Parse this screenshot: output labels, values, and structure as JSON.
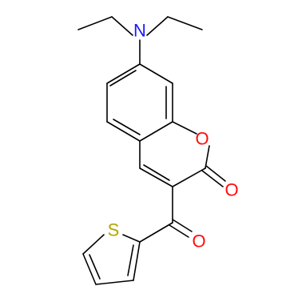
{
  "structure": {
    "atoms": {
      "nitrogen": {
        "symbol": "N",
        "color": "#1a1aff"
      },
      "ring_oxygen": {
        "symbol": "O",
        "color": "#ff0d0d"
      },
      "lactone_carbonyl_oxygen": {
        "symbol": "O",
        "color": "#ff0d0d"
      },
      "ketone_oxygen": {
        "symbol": "O",
        "color": "#ff0d0d"
      },
      "sulfur": {
        "symbol": "S",
        "color": "#b3a600"
      }
    },
    "bond_color": "#000000"
  }
}
